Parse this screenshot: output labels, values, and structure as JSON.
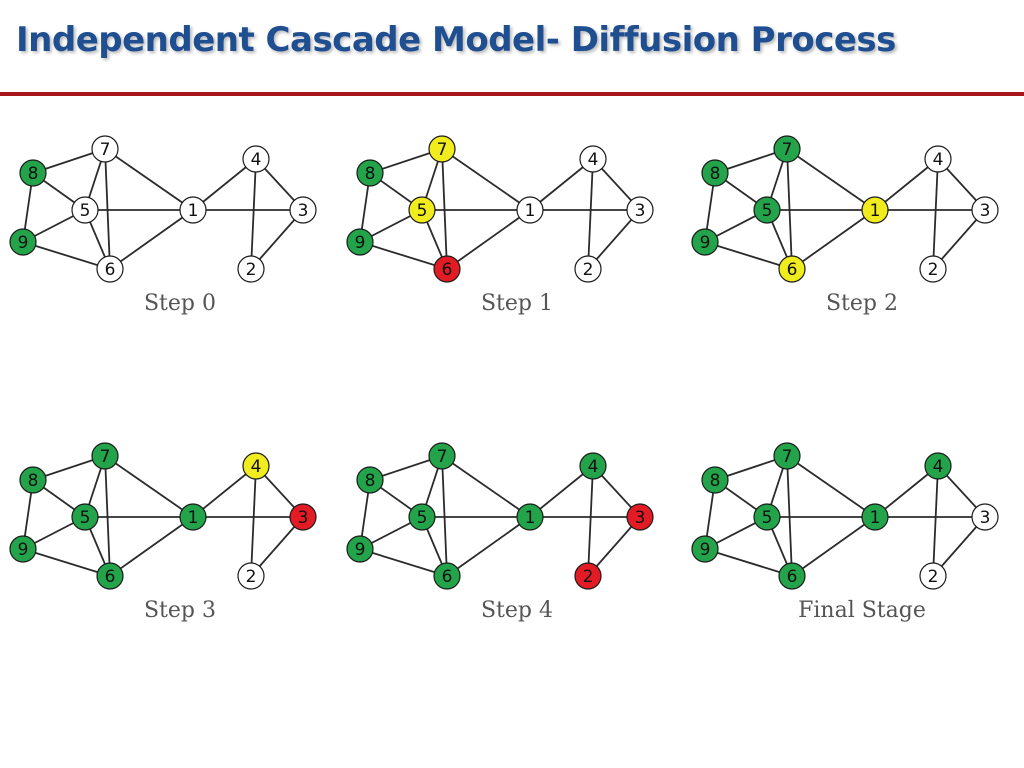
{
  "slide": {
    "title": "Independent Cascade Model- Diffusion Process"
  },
  "colors": {
    "title": "#1f4e91",
    "rule": "#a8161c",
    "state_colors": {
      "active": "#23a44a",
      "newly_active": "#f1ec1d",
      "failed": "#e21b24",
      "inactive": "#ffffff"
    }
  },
  "graph": {
    "edges": [
      [
        "7",
        "8"
      ],
      [
        "7",
        "5"
      ],
      [
        "7",
        "6"
      ],
      [
        "7",
        "1"
      ],
      [
        "8",
        "5"
      ],
      [
        "8",
        "9"
      ],
      [
        "9",
        "5"
      ],
      [
        "9",
        "6"
      ],
      [
        "5",
        "6"
      ],
      [
        "5",
        "1"
      ],
      [
        "6",
        "1"
      ],
      [
        "1",
        "4"
      ],
      [
        "1",
        "3"
      ],
      [
        "4",
        "3"
      ],
      [
        "4",
        "2"
      ],
      [
        "2",
        "3"
      ]
    ]
  },
  "steps": [
    {
      "caption": "Step 0",
      "nodes": [
        {
          "id": "1",
          "label": "1",
          "state": "inactive"
        },
        {
          "id": "2",
          "label": "2",
          "state": "inactive"
        },
        {
          "id": "3",
          "label": "3",
          "state": "inactive"
        },
        {
          "id": "4",
          "label": "4",
          "state": "inactive"
        },
        {
          "id": "5",
          "label": "5",
          "state": "inactive"
        },
        {
          "id": "6",
          "label": "6",
          "state": "inactive"
        },
        {
          "id": "7",
          "label": "7",
          "state": "inactive"
        },
        {
          "id": "8",
          "label": "8",
          "state": "active"
        },
        {
          "id": "9",
          "label": "9",
          "state": "active"
        }
      ]
    },
    {
      "caption": "Step 1",
      "nodes": [
        {
          "id": "1",
          "label": "1",
          "state": "inactive"
        },
        {
          "id": "2",
          "label": "2",
          "state": "inactive"
        },
        {
          "id": "3",
          "label": "3",
          "state": "inactive"
        },
        {
          "id": "4",
          "label": "4",
          "state": "inactive"
        },
        {
          "id": "5",
          "label": "5",
          "state": "newly_active"
        },
        {
          "id": "6",
          "label": "6",
          "state": "failed"
        },
        {
          "id": "7",
          "label": "7",
          "state": "newly_active"
        },
        {
          "id": "8",
          "label": "8",
          "state": "active"
        },
        {
          "id": "9",
          "label": "9",
          "state": "active"
        }
      ]
    },
    {
      "caption": "Step 2",
      "nodes": [
        {
          "id": "1",
          "label": "1",
          "state": "newly_active"
        },
        {
          "id": "2",
          "label": "2",
          "state": "inactive"
        },
        {
          "id": "3",
          "label": "3",
          "state": "inactive"
        },
        {
          "id": "4",
          "label": "4",
          "state": "inactive"
        },
        {
          "id": "5",
          "label": "5",
          "state": "active"
        },
        {
          "id": "6",
          "label": "6",
          "state": "newly_active"
        },
        {
          "id": "7",
          "label": "7",
          "state": "active"
        },
        {
          "id": "8",
          "label": "8",
          "state": "active"
        },
        {
          "id": "9",
          "label": "9",
          "state": "active"
        }
      ]
    },
    {
      "caption": "Step 3",
      "nodes": [
        {
          "id": "1",
          "label": "1",
          "state": "active"
        },
        {
          "id": "2",
          "label": "2",
          "state": "inactive"
        },
        {
          "id": "3",
          "label": "3",
          "state": "failed"
        },
        {
          "id": "4",
          "label": "4",
          "state": "newly_active"
        },
        {
          "id": "5",
          "label": "5",
          "state": "active"
        },
        {
          "id": "6",
          "label": "6",
          "state": "active"
        },
        {
          "id": "7",
          "label": "7",
          "state": "active"
        },
        {
          "id": "8",
          "label": "8",
          "state": "active"
        },
        {
          "id": "9",
          "label": "9",
          "state": "active"
        }
      ]
    },
    {
      "caption": "Step 4",
      "nodes": [
        {
          "id": "1",
          "label": "1",
          "state": "active"
        },
        {
          "id": "2",
          "label": "2",
          "state": "failed"
        },
        {
          "id": "3",
          "label": "3",
          "state": "failed"
        },
        {
          "id": "4",
          "label": "4",
          "state": "active"
        },
        {
          "id": "5",
          "label": "5",
          "state": "active"
        },
        {
          "id": "6",
          "label": "6",
          "state": "active"
        },
        {
          "id": "7",
          "label": "7",
          "state": "active"
        },
        {
          "id": "8",
          "label": "8",
          "state": "active"
        },
        {
          "id": "9",
          "label": "9",
          "state": "active"
        }
      ]
    },
    {
      "caption": "Final Stage",
      "nodes": [
        {
          "id": "1",
          "label": "1",
          "state": "active"
        },
        {
          "id": "2",
          "label": "2",
          "state": "inactive"
        },
        {
          "id": "3",
          "label": "3",
          "state": "inactive"
        },
        {
          "id": "4",
          "label": "4",
          "state": "active"
        },
        {
          "id": "5",
          "label": "5",
          "state": "active"
        },
        {
          "id": "6",
          "label": "6",
          "state": "active"
        },
        {
          "id": "7",
          "label": "7",
          "state": "active"
        },
        {
          "id": "8",
          "label": "8",
          "state": "active"
        },
        {
          "id": "9",
          "label": "9",
          "state": "active"
        }
      ]
    }
  ]
}
